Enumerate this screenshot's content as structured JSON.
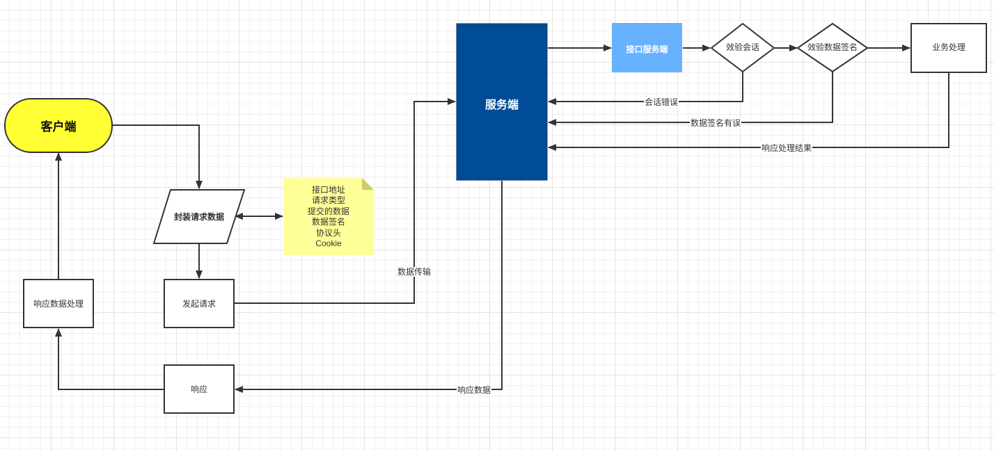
{
  "colors": {
    "client_fill": "#ffff33",
    "server_fill": "#004c97",
    "api_server_fill": "#66b2ff",
    "note_fill": "#ffff99",
    "note_fold": "#cccc66",
    "stroke": "#333333"
  },
  "nodes": {
    "client": "客户端",
    "package_request": "封装请求数据",
    "send_request": "发起请求",
    "response": "响应",
    "response_processing": "响应数据处理",
    "server": "服务端",
    "api_server": "接口服务端",
    "verify_session": "效验会话",
    "verify_signature": "效验数据签名",
    "business_processing": "业务处理"
  },
  "note": {
    "lines": [
      "接口地址",
      "请求类型",
      "提交的数据",
      "数据签名",
      "协议头",
      "Cookie"
    ]
  },
  "edge_labels": {
    "data_transfer": "数据传输",
    "response_data": "响应数据",
    "session_error": "会话错误",
    "signature_error": "数据签名有误",
    "response_result": "响应处理结果"
  }
}
